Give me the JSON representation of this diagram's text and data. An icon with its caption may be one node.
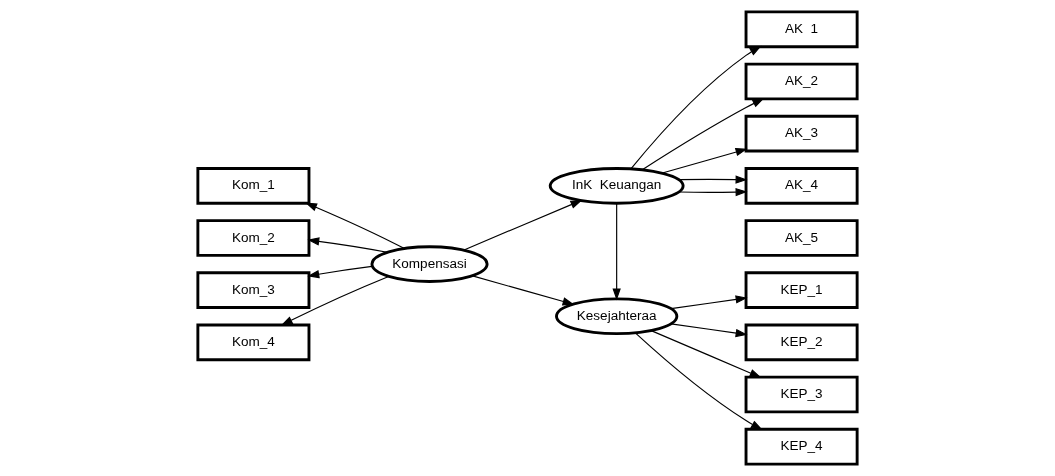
{
  "diagram": {
    "nodes": [
      {
        "text": [
          "Kom_1"
        ]
      },
      {
        "text": [
          "Kom_2"
        ]
      },
      {
        "text": [
          "Kompensasi"
        ]
      },
      {
        "text": [
          "InK  Keuangan"
        ]
      },
      {
        "text": [
          "AK  1"
        ]
      },
      {
        "text": [
          "AK_2"
        ]
      },
      {
        "text": [
          "Kom_3"
        ]
      },
      {
        "text": [
          "AK_3"
        ]
      },
      {
        "text": [
          "Kesejahteraa"
        ]
      },
      {
        "text": [
          "Kom_4"
        ]
      },
      {
        "text": [
          "AK_4"
        ]
      },
      {
        "text": [
          "KEP_1"
        ]
      },
      {
        "text": [
          "KEP_2"
        ]
      },
      {
        "text": [
          "KEP_3"
        ]
      },
      {
        "text": [
          "KEP_4"
        ]
      },
      {
        "text": [
          "AK_5"
        ]
      }
    ],
    "edges": [
      {
        "from": 2,
        "to": 0,
        "arrow": "to"
      },
      {
        "from": 2,
        "to": 1,
        "arrow": "to"
      },
      {
        "from": 2,
        "to": 6,
        "arrow": "to"
      },
      {
        "from": 2,
        "to": 9,
        "arrow": "to"
      },
      {
        "from": 2,
        "to": 3,
        "arrow": "to"
      },
      {
        "from": 2,
        "to": 8,
        "arrow": "to"
      },
      {
        "from": 3,
        "to": 4,
        "arrow": "to"
      },
      {
        "from": 3,
        "to": 5,
        "arrow": "to"
      },
      {
        "from": 3,
        "to": 7,
        "arrow": "to"
      },
      {
        "from": 3,
        "to": 10,
        "arrow": "to"
      },
      {
        "from": 3,
        "to": 10,
        "arrow": "to"
      },
      {
        "from": 3,
        "to": 8,
        "arrow": "to"
      },
      {
        "from": 8,
        "to": 11,
        "arrow": "to"
      },
      {
        "from": 8,
        "to": 12,
        "arrow": "to"
      },
      {
        "from": 8,
        "to": 13,
        "arrow": "to"
      },
      {
        "from": 8,
        "to": 14,
        "arrow": "to"
      }
    ]
  }
}
